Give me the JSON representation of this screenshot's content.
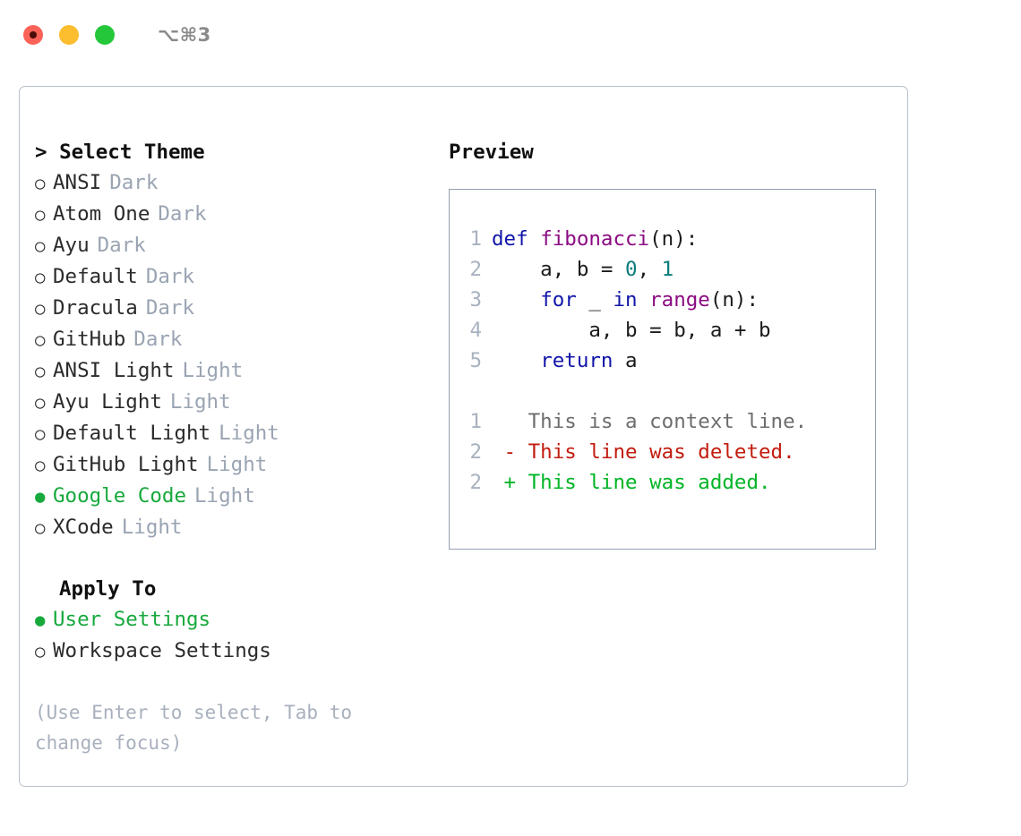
{
  "titlebar": {
    "shortcut": "⌥⌘3",
    "lights": [
      {
        "name": "close",
        "color": "#fa6258"
      },
      {
        "name": "minimize",
        "color": "#fcbd2e"
      },
      {
        "name": "maximize",
        "color": "#25c73a"
      }
    ]
  },
  "theme_panel": {
    "heading": "> Select Theme",
    "selected_bullet": "●",
    "unselected_bullet": "○",
    "selected_color": "#17a93c",
    "tag_color": "#9aa4b2",
    "items": [
      {
        "bullet": "○",
        "label": "ANSI",
        "tag": "Dark",
        "selected": false
      },
      {
        "bullet": "○",
        "label": "Atom One",
        "tag": "Dark",
        "selected": false
      },
      {
        "bullet": "○",
        "label": "Ayu",
        "tag": "Dark",
        "selected": false
      },
      {
        "bullet": "○",
        "label": "Default",
        "tag": "Dark",
        "selected": false
      },
      {
        "bullet": "○",
        "label": "Dracula",
        "tag": "Dark",
        "selected": false
      },
      {
        "bullet": "○",
        "label": "GitHub",
        "tag": "Dark",
        "selected": false
      },
      {
        "bullet": "○",
        "label": "ANSI Light",
        "tag": "Light",
        "selected": false
      },
      {
        "bullet": "○",
        "label": "Ayu Light",
        "tag": "Light",
        "selected": false
      },
      {
        "bullet": "○",
        "label": "Default Light",
        "tag": "Light",
        "selected": false
      },
      {
        "bullet": "○",
        "label": "GitHub Light",
        "tag": "Light",
        "selected": false
      },
      {
        "bullet": "●",
        "label": "Google Code",
        "tag": "Light",
        "selected": true
      },
      {
        "bullet": "○",
        "label": "XCode",
        "tag": "Light",
        "selected": false
      }
    ]
  },
  "apply_to": {
    "heading": "Apply To",
    "items": [
      {
        "bullet": "●",
        "label": "User Settings",
        "selected": true
      },
      {
        "bullet": "○",
        "label": "Workspace Settings",
        "selected": false
      }
    ]
  },
  "hint": "(Use Enter to select, Tab to change focus)",
  "preview": {
    "heading": "Preview",
    "code_lines": [
      {
        "lineno": "1",
        "tokens": [
          {
            "text": "def ",
            "cls": "tok-kw"
          },
          {
            "text": "fibonacci",
            "cls": "tok-fn"
          },
          {
            "text": "(n):",
            "cls": "tok-plain"
          }
        ]
      },
      {
        "lineno": "2",
        "tokens": [
          {
            "text": "    a, b = ",
            "cls": "tok-plain"
          },
          {
            "text": "0",
            "cls": "tok-num"
          },
          {
            "text": ", ",
            "cls": "tok-plain"
          },
          {
            "text": "1",
            "cls": "tok-num"
          }
        ]
      },
      {
        "lineno": "3",
        "tokens": [
          {
            "text": "    ",
            "cls": "tok-plain"
          },
          {
            "text": "for",
            "cls": "tok-kw"
          },
          {
            "text": " _ ",
            "cls": "tok-plain"
          },
          {
            "text": "in",
            "cls": "tok-kw"
          },
          {
            "text": " ",
            "cls": "tok-plain"
          },
          {
            "text": "range",
            "cls": "tok-fn"
          },
          {
            "text": "(n):",
            "cls": "tok-plain"
          }
        ]
      },
      {
        "lineno": "4",
        "tokens": [
          {
            "text": "        a, b = b, a + b",
            "cls": "tok-plain"
          }
        ]
      },
      {
        "lineno": "5",
        "tokens": [
          {
            "text": "    ",
            "cls": "tok-plain"
          },
          {
            "text": "return",
            "cls": "tok-kw"
          },
          {
            "text": " a",
            "cls": "tok-plain"
          }
        ]
      }
    ],
    "diff_lines": [
      {
        "lineno": "1",
        "tokens": [
          {
            "text": "   This is a context line.",
            "cls": "tok-ctx"
          }
        ]
      },
      {
        "lineno": "2",
        "tokens": [
          {
            "text": " - This line was deleted.",
            "cls": "tok-del"
          }
        ]
      },
      {
        "lineno": "2",
        "tokens": [
          {
            "text": " + This line was added.",
            "cls": "tok-add"
          }
        ]
      }
    ]
  }
}
